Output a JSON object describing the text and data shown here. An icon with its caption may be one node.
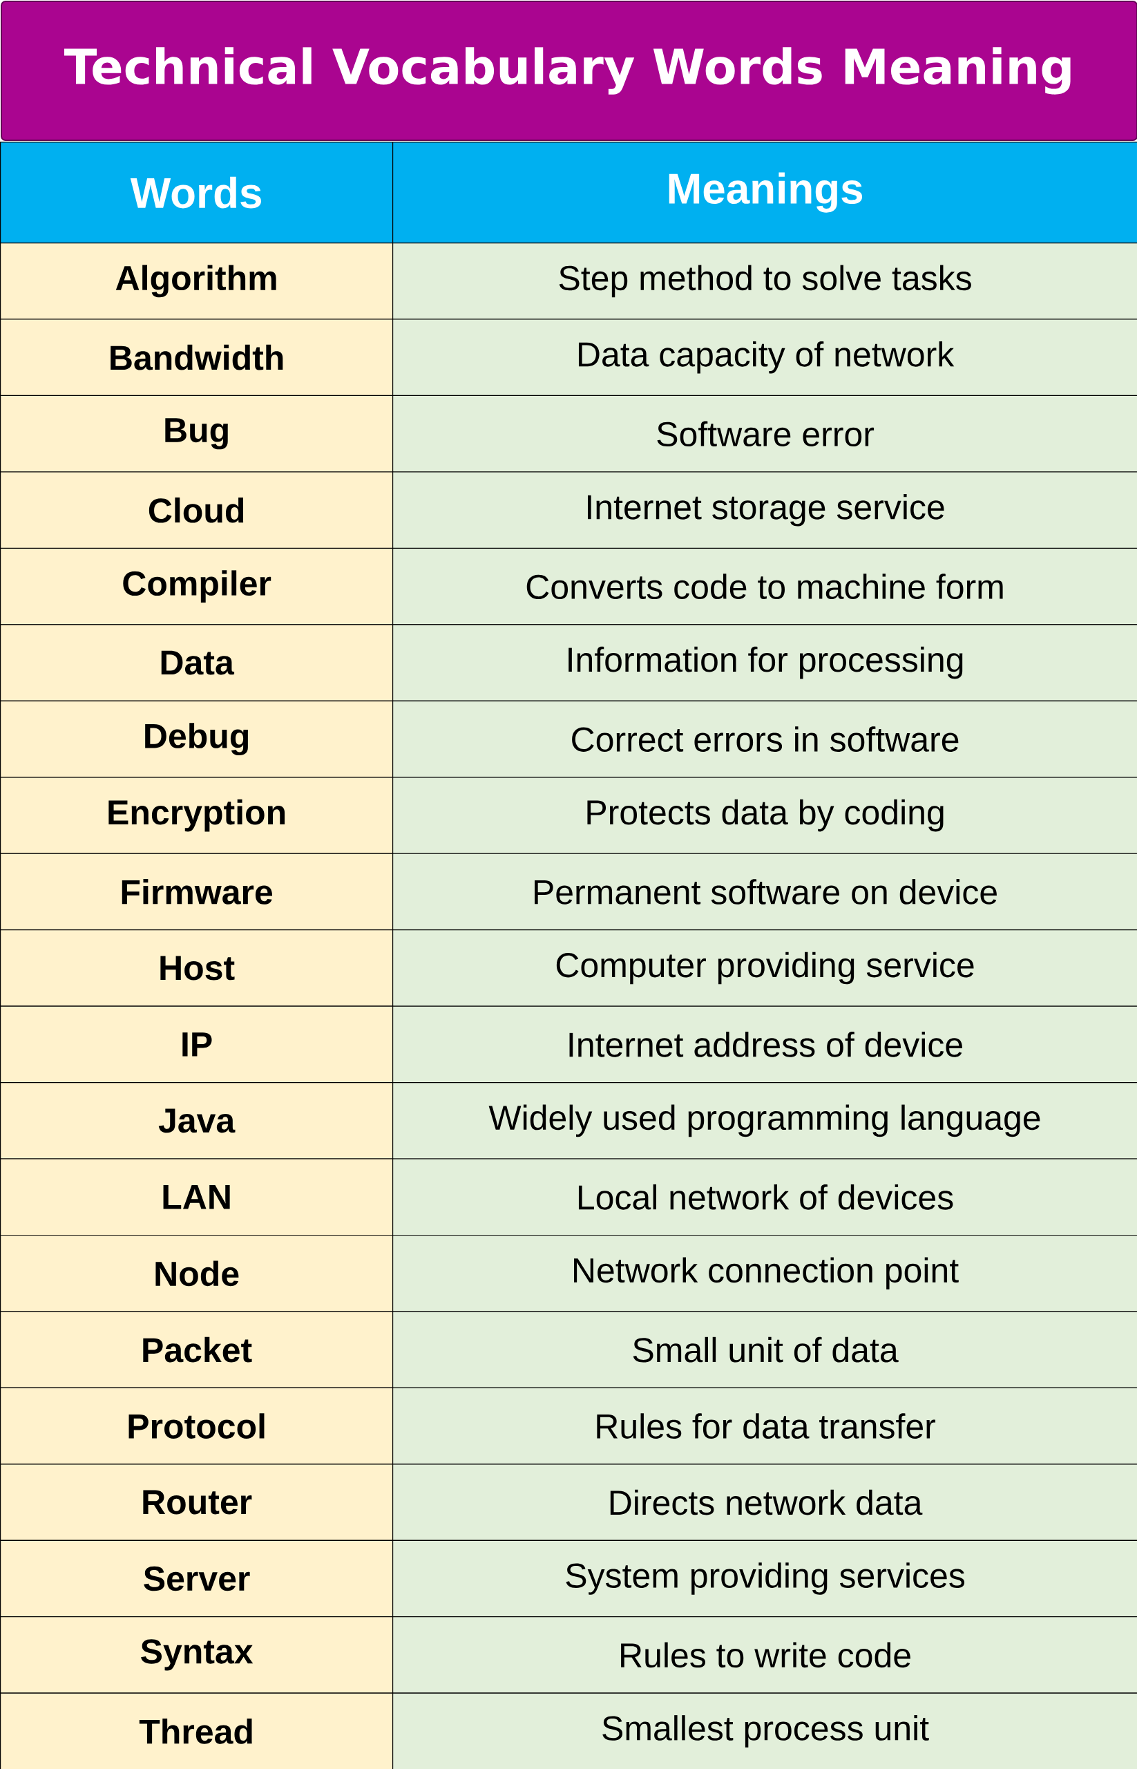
{
  "diagram": {
    "title": "Technical Vocabulary Words Meaning",
    "labels": [
      "Words",
      "Meanings",
      "Algorithm",
      "Step method to solve tasks",
      "Bandwidth",
      "Data capacity of network",
      "Bug",
      "Software error",
      "Cloud",
      "Internet storage service",
      "Compiler",
      "Converts code to machine form",
      "Data",
      "Information for processing",
      "Debug",
      "Correct errors in software",
      "Encryption",
      "Protects data by coding",
      "Firmware",
      "Permanent software on device",
      "Host",
      "Computer providing service",
      "IP",
      "Internet address of device",
      "Java",
      "Widely used programming language",
      "LAN",
      "Local network of devices",
      "Node",
      "Network connection point",
      "Packet",
      "Small unit of data",
      "Protocol",
      "Rules for data transfer",
      "Router",
      "Directs network data",
      "Server",
      "System providing services",
      "Syntax",
      "Rules to write code",
      "Thread",
      "Smallest process unit"
    ]
  }
}
